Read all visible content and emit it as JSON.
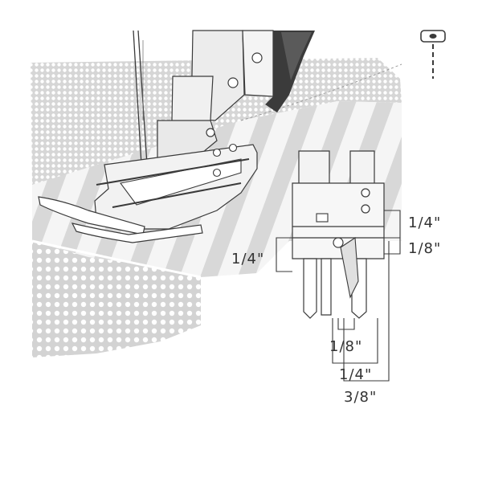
{
  "diagram": {
    "icon": "straight-stitch-needle-plate-icon",
    "measurements": {
      "right_upper": "1/4\"",
      "right_lower": "1/8\"",
      "left_guide": "1/4\"",
      "bottom_small": "1/8\"",
      "bottom_mid": "1/4\"",
      "bottom_large": "3/8\""
    },
    "colors": {
      "fabric_pattern": "#d9d9d9",
      "fabric_light": "#f4f4f4",
      "metal": "#e6e6e6",
      "metal_dark": "#3b3b3b",
      "outline": "#3a3a3a"
    }
  }
}
